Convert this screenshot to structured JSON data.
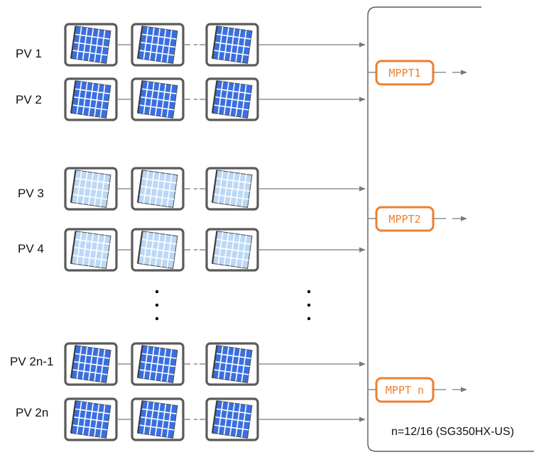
{
  "strings": [
    {
      "label": "PV 1",
      "panel_style": "dark"
    },
    {
      "label": "PV 2",
      "panel_style": "dark"
    },
    {
      "label": "PV 3",
      "panel_style": "light"
    },
    {
      "label": "PV 4",
      "panel_style": "light"
    },
    {
      "label": "PV 2n-1",
      "panel_style": "dark"
    },
    {
      "label": "PV 2n",
      "panel_style": "dark"
    }
  ],
  "mppts": [
    {
      "label": "MPPT1"
    },
    {
      "label": "MPPT2"
    },
    {
      "label": "MPPT n"
    }
  ],
  "note": "n=12/16 (SG350HX-US)",
  "colors": {
    "frame": "#5a5a5a",
    "panel_dark": "#3a6fe0",
    "panel_light": "#bcd8f6",
    "panel_grid": "#ffffff",
    "wire": "#7a7a7a",
    "mppt_accent": "#ee7f2d",
    "dots": "#000000"
  },
  "icons": {
    "panel": "solar-panel-icon",
    "ellipsis": "vertical-ellipsis-icon"
  }
}
